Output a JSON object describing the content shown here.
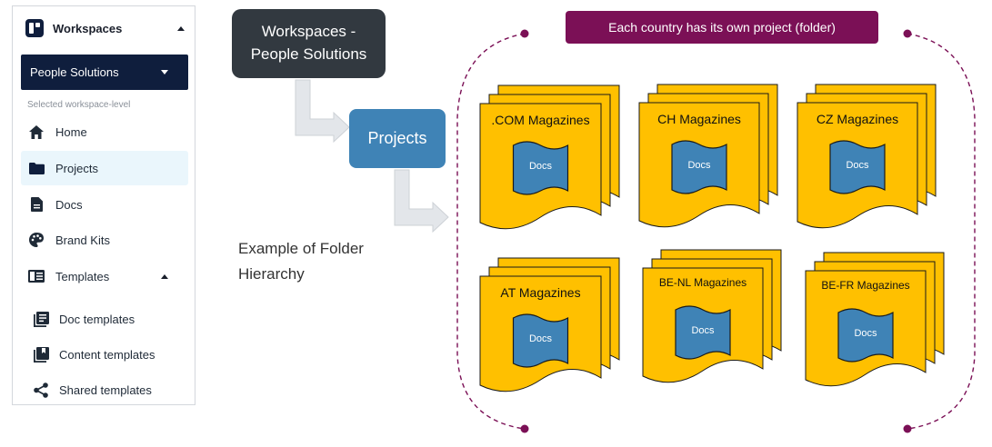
{
  "sidebar": {
    "workspace_title": "Workspaces",
    "selected_workspace": "People Solutions",
    "level_caption": "Selected workspace-level",
    "nav": [
      {
        "label": "Home",
        "icon": "home-icon"
      },
      {
        "label": "Projects",
        "icon": "folder-icon",
        "active": true
      },
      {
        "label": "Docs",
        "icon": "document-icon"
      },
      {
        "label": "Brand Kits",
        "icon": "palette-icon"
      },
      {
        "label": "Templates",
        "icon": "templates-icon"
      }
    ],
    "templates_sub": [
      {
        "label": "Doc templates",
        "icon": "doc-templates-icon"
      },
      {
        "label": "Content templates",
        "icon": "content-templates-icon"
      },
      {
        "label": "Shared templates",
        "icon": "share-icon"
      }
    ]
  },
  "diagram": {
    "workspace_box": "Workspaces -\nPeople Solutions",
    "projects_box": "Projects",
    "example_caption": "Example of Folder Hierarchy",
    "banner": "Each country has its own project (folder)",
    "folders": [
      {
        "title": ".COM Magazines",
        "docs": "Docs"
      },
      {
        "title": "CH Magazines",
        "docs": "Docs"
      },
      {
        "title": "CZ Magazines",
        "docs": "Docs"
      },
      {
        "title": "AT Magazines",
        "docs": "Docs"
      },
      {
        "title": "BE-NL Magazines",
        "docs": "Docs"
      },
      {
        "title": "BE-FR Magazines",
        "docs": "Docs"
      }
    ]
  },
  "colors": {
    "navy": "#0f1e3d",
    "dark_box": "#323940",
    "project_blue": "#3f83b6",
    "banner_purple": "#7b1056",
    "folder_yellow": "#ffc000",
    "docs_blue": "#3f83b6",
    "active_bg": "#eaf6fc",
    "arrow_gray": "#e3e6ea"
  }
}
